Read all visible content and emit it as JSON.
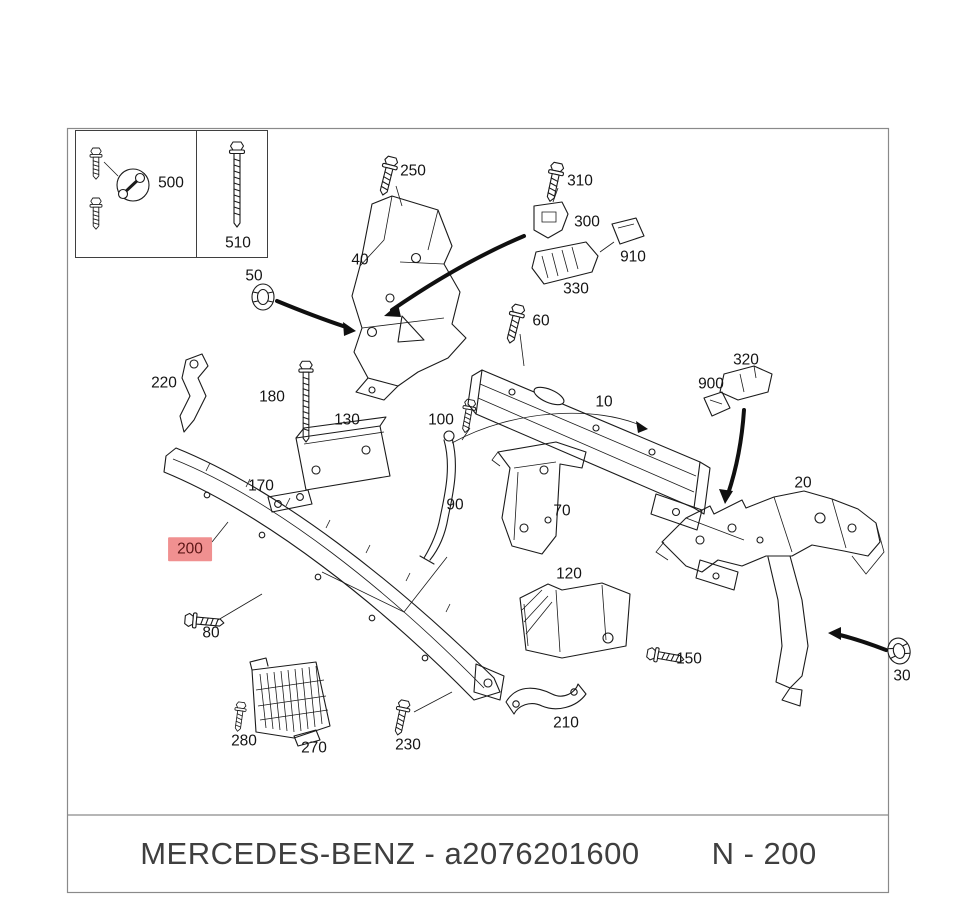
{
  "diagram": {
    "type": "exploded-parts-diagram",
    "line_color": "#1b1b1b",
    "highlight_color": "#f09090",
    "background": "#ffffff"
  },
  "caption": {
    "brand": "MERCEDES-BENZ",
    "part_number": "a2076201600",
    "left": "MERCEDES-BENZ - a2076201600",
    "right": "N - 200"
  },
  "parts": [
    {
      "label": "500",
      "highlighted": false
    },
    {
      "label": "510",
      "highlighted": false
    },
    {
      "label": "50",
      "highlighted": false
    },
    {
      "label": "250",
      "highlighted": false
    },
    {
      "label": "40",
      "highlighted": false
    },
    {
      "label": "310",
      "highlighted": false
    },
    {
      "label": "300",
      "highlighted": false
    },
    {
      "label": "910",
      "highlighted": false
    },
    {
      "label": "330",
      "highlighted": false
    },
    {
      "label": "60",
      "highlighted": false
    },
    {
      "label": "220",
      "highlighted": false
    },
    {
      "label": "180",
      "highlighted": false
    },
    {
      "label": "130",
      "highlighted": false
    },
    {
      "label": "100",
      "highlighted": false
    },
    {
      "label": "10",
      "highlighted": false
    },
    {
      "label": "320",
      "highlighted": false
    },
    {
      "label": "900",
      "highlighted": false
    },
    {
      "label": "170",
      "highlighted": false
    },
    {
      "label": "90",
      "highlighted": false
    },
    {
      "label": "70",
      "highlighted": false
    },
    {
      "label": "20",
      "highlighted": false
    },
    {
      "label": "200",
      "highlighted": true
    },
    {
      "label": "120",
      "highlighted": false
    },
    {
      "label": "80",
      "highlighted": false
    },
    {
      "label": "150",
      "highlighted": false
    },
    {
      "label": "30",
      "highlighted": false
    },
    {
      "label": "210",
      "highlighted": false
    },
    {
      "label": "280",
      "highlighted": false
    },
    {
      "label": "270",
      "highlighted": false
    },
    {
      "label": "230",
      "highlighted": false
    }
  ]
}
